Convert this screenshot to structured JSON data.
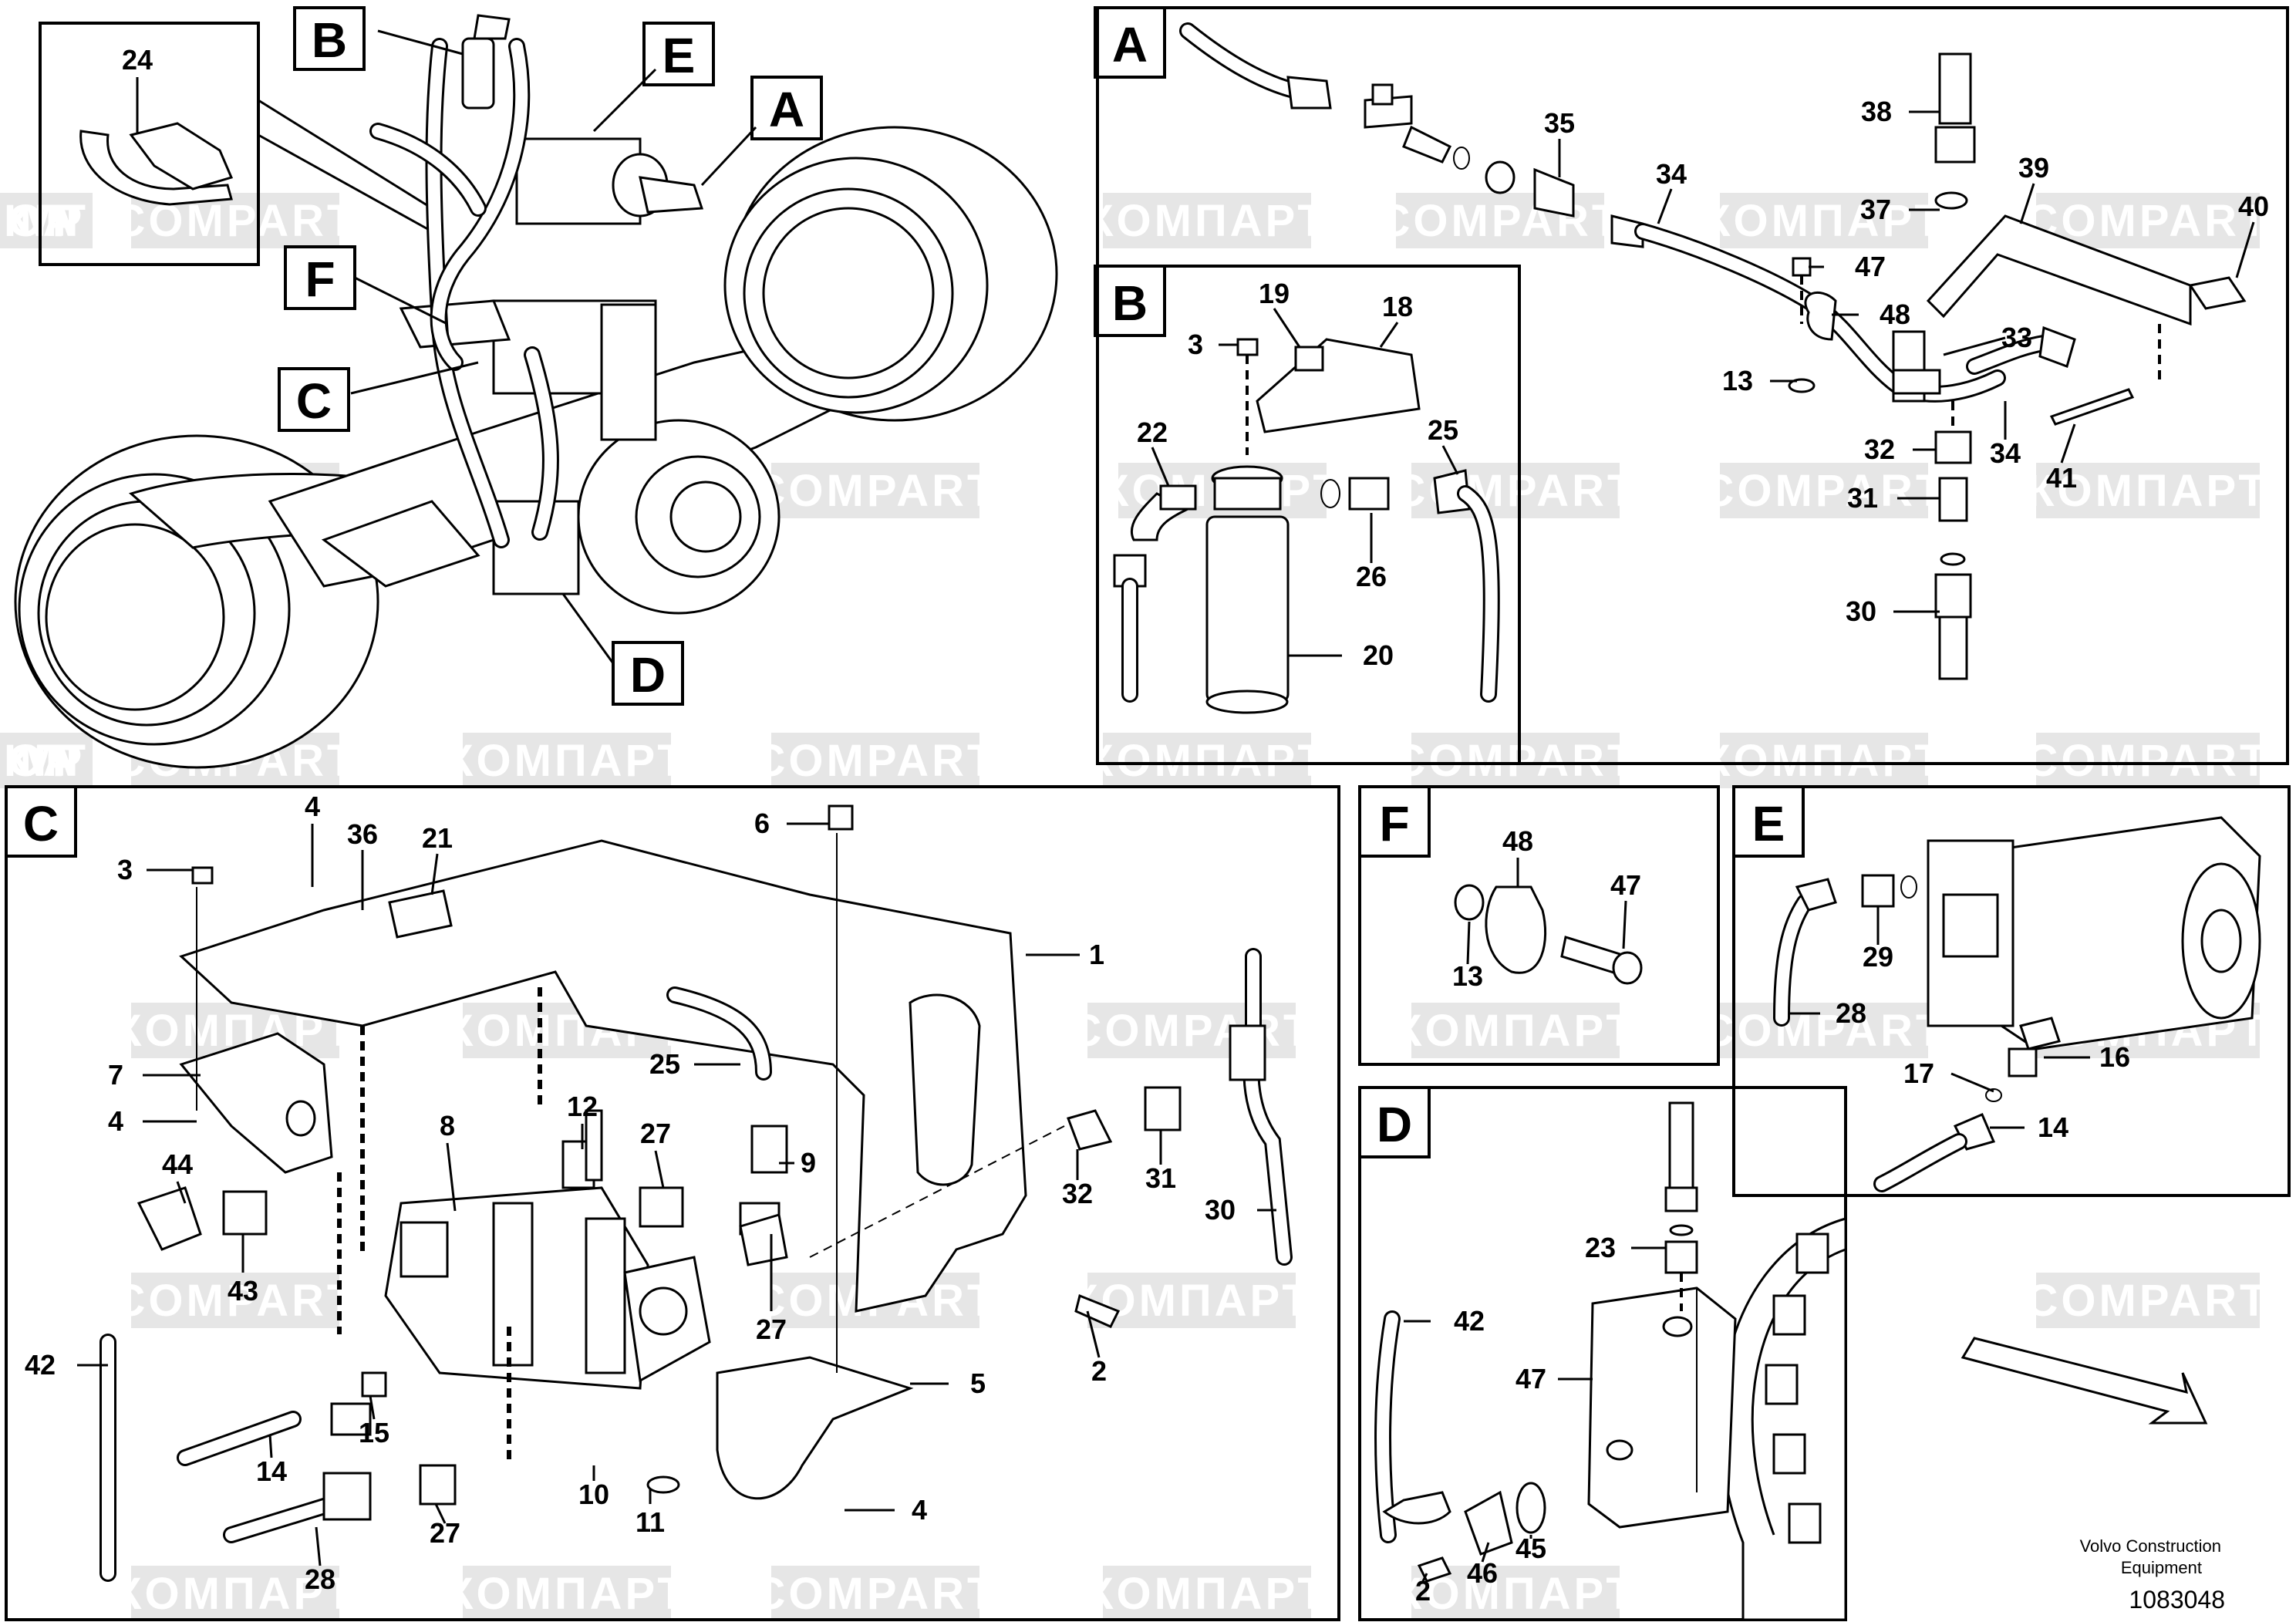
{
  "watermarks": {
    "brand_ru": "КОМПАРТ",
    "brand_en": "COMPART"
  },
  "view_labels": [
    "A",
    "B",
    "C",
    "D",
    "E",
    "F"
  ],
  "overview": {
    "callouts": [
      "24"
    ]
  },
  "view_a": {
    "title": "A",
    "callouts": [
      "35",
      "34",
      "38",
      "39",
      "40",
      "37",
      "47",
      "48",
      "33",
      "13",
      "32",
      "34",
      "41",
      "31",
      "30"
    ]
  },
  "view_b": {
    "title": "B",
    "callouts": [
      "19",
      "18",
      "3",
      "22",
      "25",
      "26",
      "20"
    ]
  },
  "view_c": {
    "title": "C",
    "callouts": [
      "6",
      "4",
      "36",
      "21",
      "3",
      "1",
      "7",
      "4",
      "25",
      "12",
      "8",
      "27",
      "9",
      "44",
      "32",
      "31",
      "30",
      "43",
      "27",
      "2",
      "42",
      "15",
      "5",
      "14",
      "10",
      "11",
      "4",
      "27",
      "28"
    ]
  },
  "view_d": {
    "title": "D",
    "callouts": [
      "23",
      "42",
      "47",
      "45",
      "2",
      "46"
    ]
  },
  "view_e": {
    "title": "E",
    "callouts": [
      "29",
      "28",
      "16",
      "17",
      "14"
    ]
  },
  "view_f": {
    "title": "F",
    "callouts": [
      "48",
      "47",
      "13"
    ]
  },
  "footer": {
    "company_line1": "Volvo Construction",
    "company_line2": "Equipment",
    "drawing_number": "1083048"
  },
  "colors": {
    "ink": "#000000",
    "watermark": "#e6e6e6",
    "background": "#ffffff"
  }
}
